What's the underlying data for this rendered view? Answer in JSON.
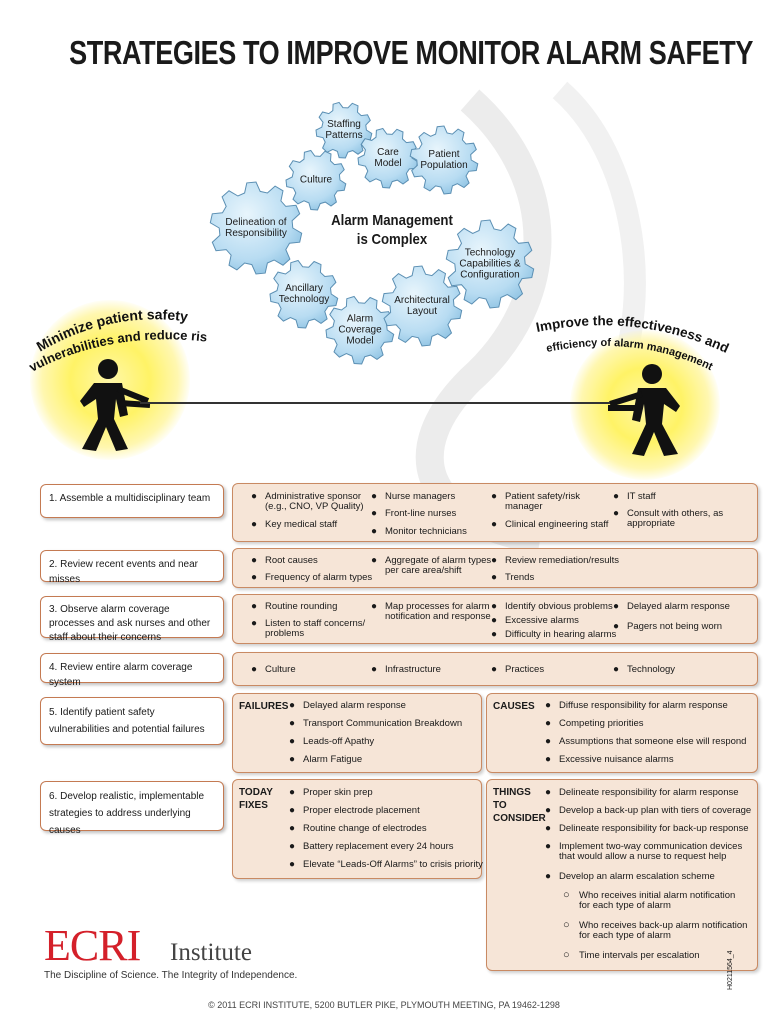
{
  "title": "STRATEGIES TO IMPROVE MONITOR ALARM SAFETY",
  "gears": {
    "center": [
      "Alarm Management",
      "is Complex"
    ],
    "labels": [
      [
        "Staffing",
        "Patterns"
      ],
      [
        "Care",
        "Model"
      ],
      [
        "Patient",
        "Population"
      ],
      [
        "Culture"
      ],
      [
        "Delineation of",
        "Responsibility"
      ],
      [
        "Technology",
        "Capabilities &",
        "Configuration"
      ],
      [
        "Ancillary",
        "Technology"
      ],
      [
        "Alarm",
        "Coverage",
        "Model"
      ],
      [
        "Architectural",
        "Layout"
      ]
    ]
  },
  "left_banner": [
    "Minimize patient safety",
    "vulnerabilities and reduce risk"
  ],
  "right_banner": [
    "Improve the effectiveness and",
    "efficiency of alarm management"
  ],
  "steps": [
    {
      "label": "1. Assemble a multidisciplinary team",
      "items": [
        [
          "Administrative sponsor",
          "(e.g., CNO, VP Quality)"
        ],
        [
          "Key medical staff"
        ],
        [
          "Nurse managers"
        ],
        [
          "Front-line nurses"
        ],
        [
          "Monitor technicians"
        ],
        [
          "Patient safety/risk",
          "manager"
        ],
        [
          "Clinical engineering staff"
        ],
        [
          "IT staff"
        ],
        [
          "Consult with others, as",
          "appropriate"
        ]
      ]
    },
    {
      "label": "2. Review recent events and near misses",
      "items": [
        [
          "Root causes"
        ],
        [
          "Frequency  of alarm types"
        ],
        [
          "Aggregate of alarm types",
          "per care area/shift"
        ],
        [
          "Review remediation/results"
        ],
        [
          "Trends"
        ]
      ]
    },
    {
      "label": "3. Observe alarm coverage processes and ask nurses and other staff about their concerns",
      "items": [
        [
          "Routine rounding"
        ],
        [
          "Listen to staff concerns/",
          "problems"
        ],
        [
          "Map processes for alarm",
          "notification and response"
        ],
        [
          "Identify obvious problems"
        ],
        [
          "Excessive alarms"
        ],
        [
          "Difficulty in hearing alarms"
        ],
        [
          "Delayed alarm response"
        ],
        [
          "Pagers not being worn"
        ]
      ]
    },
    {
      "label": "4. Review entire alarm coverage system",
      "items": [
        [
          "Culture"
        ],
        [
          "Infrastructure"
        ],
        [
          "Practices"
        ],
        [
          "Technology"
        ]
      ]
    },
    {
      "label": "5. Identify patient safety vulnerabilities and potential failures",
      "failures_head": "FAILURES",
      "failures": [
        "Delayed alarm response",
        "Transport Communication Breakdown",
        "Leads-off Apathy",
        "Alarm Fatigue"
      ],
      "causes_head": "CAUSES",
      "causes": [
        "Diffuse responsibility for alarm response",
        "Competing priorities",
        "Assumptions that someone else will respond",
        "Excessive nuisance alarms"
      ]
    },
    {
      "label": "6. Develop realistic, implementable strategies to address underlying causes",
      "today_head": [
        "TODAY",
        "FIXES"
      ],
      "today": [
        "Proper skin prep",
        "Proper electrode placement",
        "Routine change of electrodes",
        "Battery replacement every 24 hours",
        "Elevate “Leads-Off Alarms” to crisis priority"
      ],
      "consider_head": [
        "THINGS",
        "TO",
        "CONSIDER"
      ],
      "consider": [
        [
          "Delineate responsibility for alarm response"
        ],
        [
          "Develop a back-up plan with tiers of coverage"
        ],
        [
          "Delineate responsibility for back-up response"
        ],
        [
          "Implement two-way communication devices",
          "that would allow a nurse to request help"
        ],
        [
          "Develop an alarm escalation scheme"
        ]
      ],
      "consider_sub": [
        [
          "Who receives initial alarm notification",
          "for each type of alarm"
        ],
        [
          "Who receives back-up alarm notification",
          "for each type of alarm"
        ],
        [
          "Time intervals per escalation"
        ]
      ]
    }
  ],
  "doc_id": "H0211564_4",
  "logo": {
    "brand": "ECRI",
    "suffix": "Institute",
    "tagline": "The Discipline of Science. The Integrity of Independence."
  },
  "footer": "© 2011 ECRI INSTITUTE, 5200 BUTLER PIKE, PLYMOUTH MEETING, PA 19462-1298",
  "colors": {
    "gear_fill": "#b8dcf2",
    "panel_fill": "#f6e5d7",
    "panel_border": "#c98a63",
    "logo_red": "#d4202a",
    "glow": "#fff366"
  }
}
